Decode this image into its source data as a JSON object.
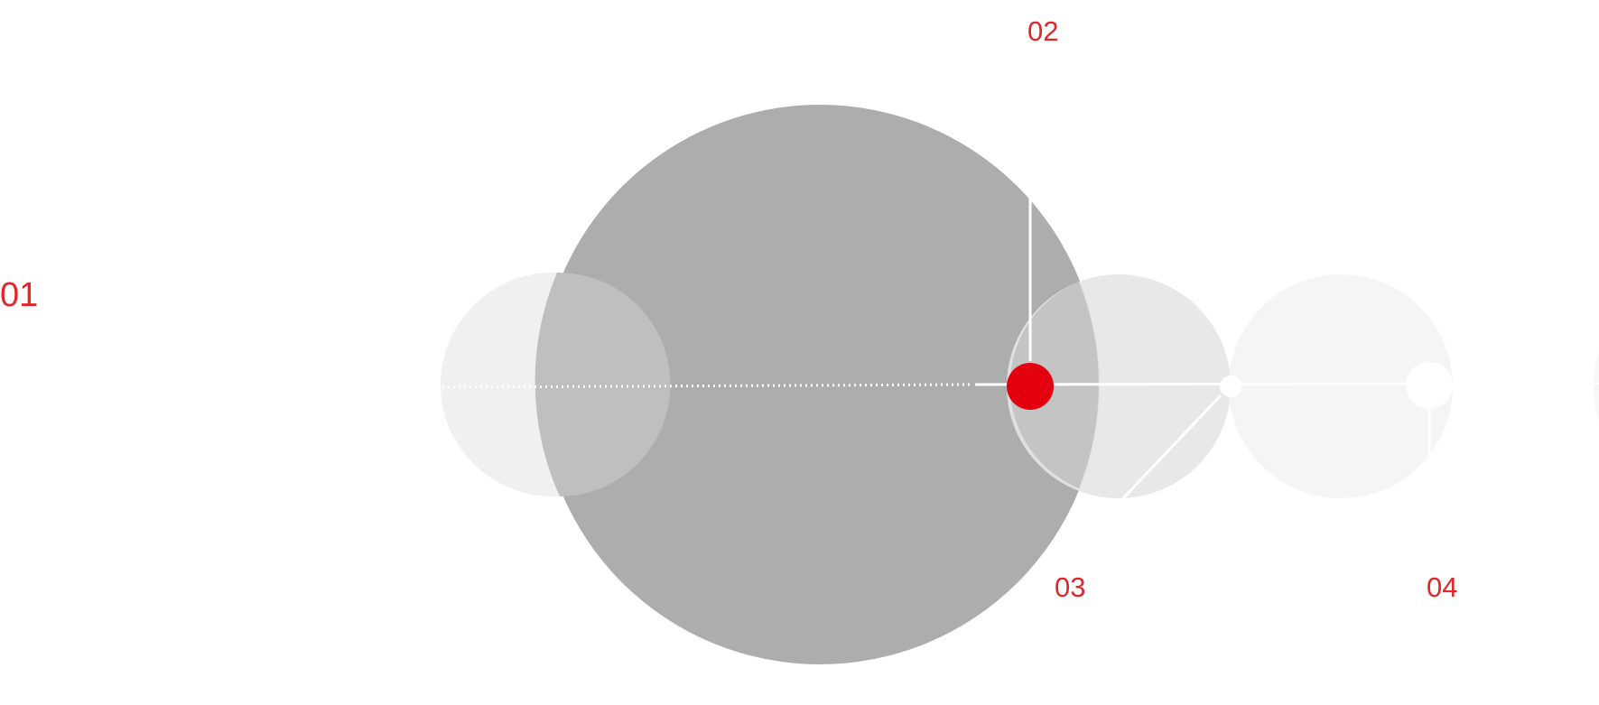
{
  "colors": {
    "accent": "#e3000f",
    "label": "#e4252a",
    "large_circle": "#adadad",
    "light_circle": "#e6e6e6",
    "lighter_circle": "#f0f0f0",
    "lightest_circle": "#f4f4f4",
    "line": "#ffffff"
  },
  "labels": {
    "step_01": "01",
    "step_02": "02",
    "step_03": "03",
    "step_04": "04"
  }
}
